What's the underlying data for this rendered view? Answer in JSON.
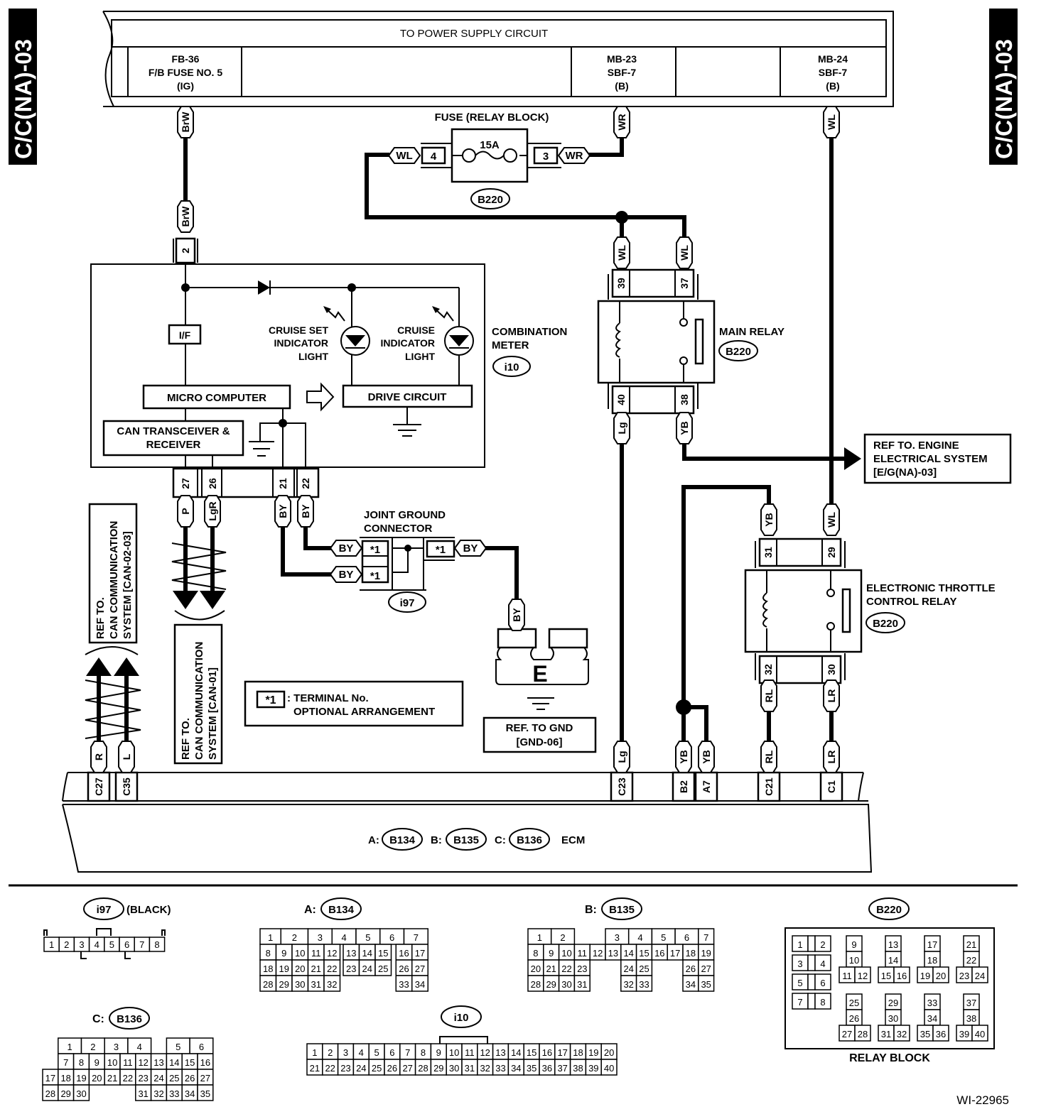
{
  "page_code": "C/C(NA)-03",
  "figure_id": "WI-22965",
  "power_supply": {
    "title": "TO POWER SUPPLY CIRCUIT",
    "sources": [
      {
        "line1": "FB-36",
        "line2": "F/B FUSE NO. 5",
        "line3": "(IG)"
      },
      {
        "line1": "MB-23",
        "line2": "SBF-7",
        "line3": "(B)"
      },
      {
        "line1": "MB-24",
        "line2": "SBF-7",
        "line3": "(B)"
      }
    ]
  },
  "fuse": {
    "title": "FUSE (RELAY BLOCK)",
    "rating": "15A",
    "connector": "B220",
    "pin_left": "4",
    "pin_right": "3"
  },
  "wires": {
    "BrW": "BrW",
    "WR": "WR",
    "WL": "WL",
    "Lg": "Lg",
    "YB": "YB",
    "RL": "RL",
    "LR": "LR",
    "P": "P",
    "LgR": "LgR",
    "BY": "BY",
    "R": "R",
    "L": "L"
  },
  "combination_meter": {
    "title_line1": "COMBINATION",
    "title_line2": "METER",
    "connector": "i10",
    "input_pin": "2",
    "if_block": "I/F",
    "micro_computer": "MICRO COMPUTER",
    "drive_circuit": "DRIVE CIRCUIT",
    "can_line1": "CAN TRANSCEIVER &",
    "can_line2": "RECEIVER",
    "cruise_set": [
      "CRUISE SET",
      "INDICATOR",
      "LIGHT"
    ],
    "cruise": [
      "CRUISE",
      "INDICATOR",
      "LIGHT"
    ],
    "pins": [
      "27",
      "26",
      "21",
      "22"
    ]
  },
  "main_relay": {
    "title": "MAIN RELAY",
    "connector": "B220",
    "pins_top": [
      "39",
      "37"
    ],
    "pins_bottom": [
      "40",
      "38"
    ]
  },
  "etc_relay": {
    "title_line1": "ELECTRONIC THROTTLE",
    "title_line2": "CONTROL RELAY",
    "connector": "B220",
    "pins_top": [
      "31",
      "29"
    ],
    "pins_bottom": [
      "32",
      "30"
    ]
  },
  "engine_ref": [
    "REF TO. ENGINE",
    "ELECTRICAL SYSTEM",
    "[E/G(NA)-03]"
  ],
  "joint_ground": {
    "title_line1": "JOINT GROUND",
    "title_line2": "CONNECTOR",
    "connector": "i97",
    "terminal": "*1"
  },
  "ground": {
    "symbol": "E",
    "ref_line1": "REF. TO GND",
    "ref_line2": "[GND-06]"
  },
  "terminal_note": {
    "symbol": "*1",
    "line1": ": TERMINAL No.",
    "line2": "OPTIONAL ARRANGEMENT"
  },
  "can_ref_1": [
    "REF TO.",
    "CAN COMMUNICATION",
    "SYSTEM [CAN-02-03]"
  ],
  "can_ref_2": [
    "REF TO.",
    "CAN COMMUNICATION",
    "SYSTEM [CAN-01]"
  ],
  "ecm": {
    "label": "ECM",
    "connectors": [
      {
        "prefix": "A:",
        "id": "B134"
      },
      {
        "prefix": "B:",
        "id": "B135"
      },
      {
        "prefix": "C:",
        "id": "B136"
      }
    ],
    "pins": [
      "C27",
      "C35",
      "C23",
      "B2",
      "A7",
      "C21",
      "C1"
    ]
  },
  "connector_views": {
    "i97": {
      "title": "i97",
      "note": "(BLACK)",
      "pins": [
        "1",
        "2",
        "3",
        "4",
        "5",
        "6",
        "7",
        "8"
      ]
    },
    "B134": {
      "prefix": "A:",
      "title": "B134",
      "rows": [
        [
          "1",
          "2",
          "3",
          "4",
          "5",
          "6",
          "7"
        ],
        [
          "8",
          "9",
          "10",
          "11",
          "12",
          "13",
          "14",
          "15",
          "16",
          "17"
        ],
        [
          "18",
          "19",
          "20",
          "21",
          "22",
          "23",
          "24",
          "25",
          "26",
          "27"
        ],
        [
          "28",
          "29",
          "30",
          "31",
          "32",
          "33",
          "34"
        ]
      ]
    },
    "B135": {
      "prefix": "B:",
      "title": "B135",
      "rows": [
        [
          "1",
          "2",
          "3",
          "4",
          "5",
          "6",
          "7"
        ],
        [
          "8",
          "9",
          "10",
          "11",
          "12",
          "13",
          "14",
          "15",
          "16",
          "17",
          "18",
          "19"
        ],
        [
          "20",
          "21",
          "22",
          "23",
          "24",
          "25",
          "26",
          "27"
        ],
        [
          "28",
          "29",
          "30",
          "31",
          "32",
          "33",
          "34",
          "35"
        ]
      ]
    },
    "B136": {
      "prefix": "C:",
      "title": "B136",
      "rows": [
        [
          "1",
          "2",
          "3",
          "4",
          "5",
          "6"
        ],
        [
          "7",
          "8",
          "9",
          "10",
          "11",
          "12",
          "13",
          "14",
          "15",
          "16"
        ],
        [
          "17",
          "18",
          "19",
          "20",
          "21",
          "22",
          "23",
          "24",
          "25",
          "26",
          "27"
        ],
        [
          "28",
          "29",
          "30",
          "31",
          "32",
          "33",
          "34",
          "35"
        ]
      ]
    },
    "i10": {
      "title": "i10",
      "rows": [
        [
          "1",
          "2",
          "3",
          "4",
          "5",
          "6",
          "7",
          "8",
          "9",
          "10",
          "11",
          "12",
          "13",
          "14",
          "15",
          "16",
          "17",
          "18",
          "19",
          "20"
        ],
        [
          "21",
          "22",
          "23",
          "24",
          "25",
          "26",
          "27",
          "28",
          "29",
          "30",
          "31",
          "32",
          "33",
          "34",
          "35",
          "36",
          "37",
          "38",
          "39",
          "40"
        ]
      ]
    },
    "B220": {
      "title": "B220",
      "caption": "RELAY BLOCK",
      "pairs": [
        [
          "1",
          "2"
        ],
        [
          "3",
          "4"
        ],
        [
          "5",
          "6"
        ],
        [
          "7",
          "8"
        ]
      ],
      "groups": [
        [
          "9",
          "10",
          "11",
          "12"
        ],
        [
          "13",
          "14",
          "15",
          "16"
        ],
        [
          "17",
          "18",
          "19",
          "20"
        ],
        [
          "21",
          "22",
          "23",
          "24"
        ],
        [
          "25",
          "26",
          "27",
          "28"
        ],
        [
          "29",
          "30",
          "31",
          "32"
        ],
        [
          "33",
          "34",
          "35",
          "36"
        ],
        [
          "37",
          "38",
          "39",
          "40"
        ]
      ]
    }
  }
}
